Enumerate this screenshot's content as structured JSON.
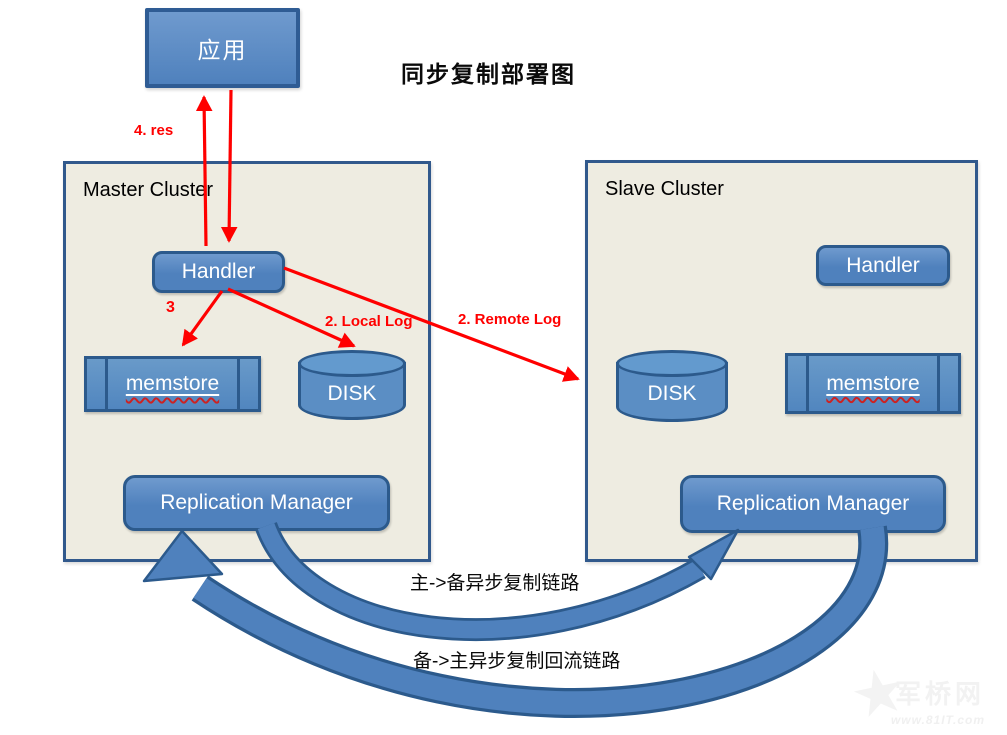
{
  "title": "同步复制部署图",
  "application": {
    "label": "应用"
  },
  "master_cluster": {
    "label": "Master Cluster",
    "handler_label": "Handler",
    "memstore_label": "memstore",
    "disk_label": "DISK",
    "replication_manager_label": "Replication Manager"
  },
  "slave_cluster": {
    "label": "Slave Cluster",
    "handler_label": "Handler",
    "memstore_label": "memstore",
    "disk_label": "DISK",
    "replication_manager_label": "Replication Manager"
  },
  "flow_labels": {
    "response": "4. res",
    "step_3": "3",
    "local_log": "2. Local Log",
    "remote_log": "2. Remote Log"
  },
  "link_labels": {
    "master_to_slave": "主->备异步复制链路",
    "slave_to_master": "备->主异步复制回流链路"
  },
  "watermark": {
    "site_name": "军桥网",
    "site_url": "www.81IT.com",
    "star_icon": "star-icon"
  },
  "colors": {
    "node_fill": "#4f81bd",
    "node_fill_light": "#6f9ace",
    "node_border": "#2c5a8c",
    "cluster_fill": "#eeece1",
    "cluster_border": "#31598c",
    "arrow_red": "#ff0000",
    "link_fill": "#4f81bd",
    "link_border": "#2c5a8c",
    "text_on_node": "#ffffff",
    "watermark_gray": "#f2f2f2"
  }
}
